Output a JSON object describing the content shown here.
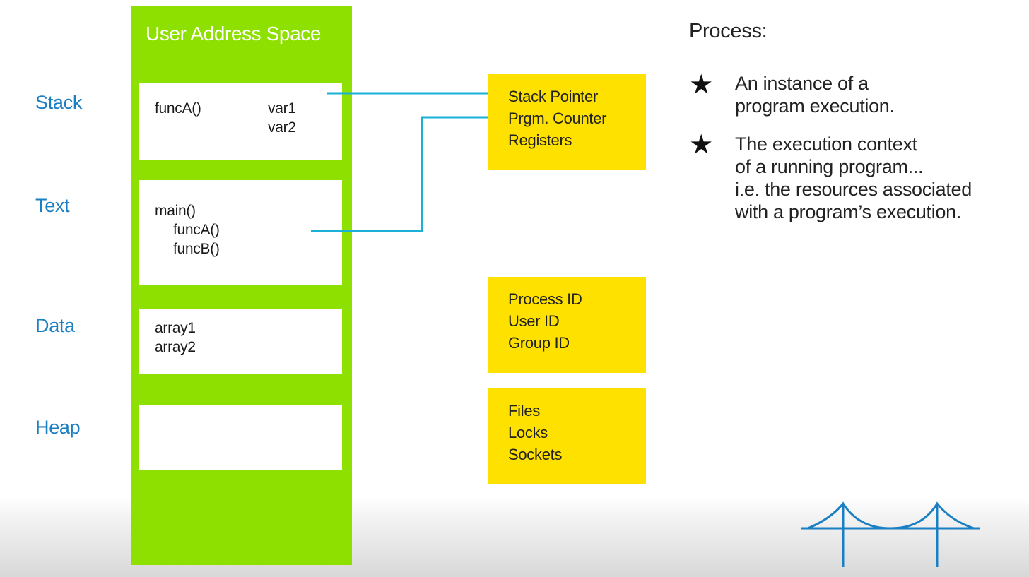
{
  "address_space": {
    "title": "User Address Space",
    "segments": [
      {
        "label": "Stack",
        "lines_left": [
          "funcA()"
        ],
        "lines_right": [
          "var1",
          "var2"
        ]
      },
      {
        "label": "Text",
        "lines_left": [
          "main()",
          "funcA()",
          "funcB()"
        ]
      },
      {
        "label": "Data",
        "lines_left": [
          "array1",
          "array2"
        ]
      },
      {
        "label": "Heap",
        "lines_left": []
      }
    ]
  },
  "context_boxes": [
    {
      "lines": [
        "Stack Pointer",
        "Prgm. Counter",
        "Registers"
      ]
    },
    {
      "lines": [
        "Process ID",
        "User ID",
        "Group ID"
      ]
    },
    {
      "lines": [
        "Files",
        "Locks",
        "Sockets"
      ]
    }
  ],
  "process": {
    "heading": "Process:",
    "bullets": [
      {
        "lines": [
          "An instance of a",
          "program execution."
        ]
      },
      {
        "lines": [
          "The execution context",
          "of a running program...",
          "i.e. the resources associated",
          "with a program’s execution."
        ]
      }
    ]
  },
  "colors": {
    "accent_blue": "#1b7fc3",
    "connector": "#1ab0d8",
    "green": "#8ee000",
    "yellow": "#ffe100"
  },
  "icons": {
    "logo": "bridge-logo-icon",
    "bullet": "star-icon"
  }
}
